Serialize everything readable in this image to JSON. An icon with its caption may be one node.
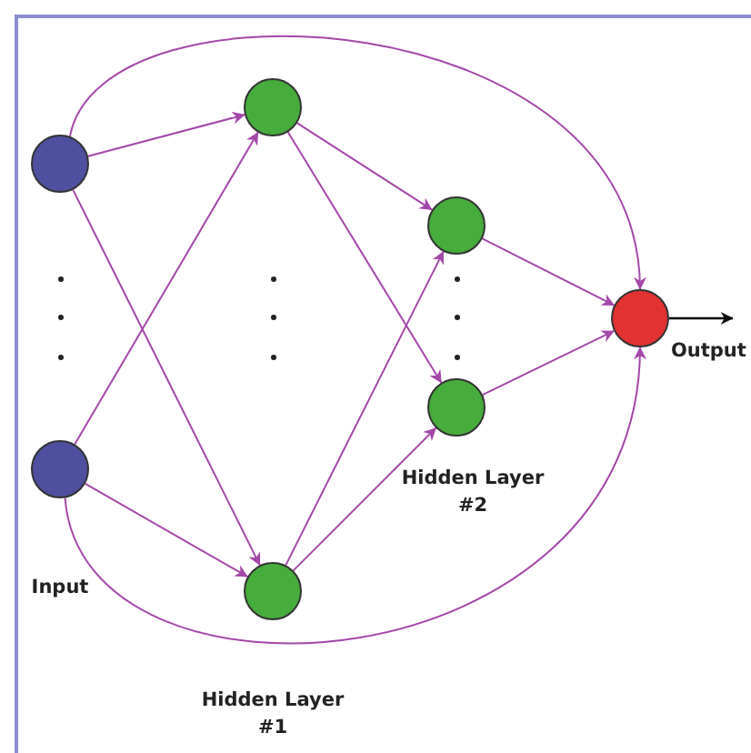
{
  "diagram": {
    "nodes": [
      {
        "text": [],
        "shape": "circle"
      },
      {
        "text": [],
        "shape": "circle"
      },
      {
        "text": [],
        "shape": "circle"
      },
      {
        "text": [],
        "shape": "circle"
      },
      {
        "text": [],
        "shape": "circle"
      },
      {
        "text": [],
        "shape": "circle"
      },
      {
        "text": [],
        "shape": "circle"
      },
      {
        "text": [
          "Output"
        ]
      }
    ],
    "edges": [
      {
        "from": 0,
        "to": 2,
        "arrow": "to"
      },
      {
        "from": 0,
        "to": 3,
        "arrow": "to"
      },
      {
        "from": 1,
        "to": 2,
        "arrow": "to"
      },
      {
        "from": 1,
        "to": 3,
        "arrow": "to"
      },
      {
        "from": 2,
        "to": 4,
        "arrow": "to"
      },
      {
        "from": 2,
        "to": 5,
        "arrow": "to"
      },
      {
        "from": 3,
        "to": 4,
        "arrow": "to"
      },
      {
        "from": 3,
        "to": 5,
        "arrow": "to"
      },
      {
        "from": 4,
        "to": 6,
        "arrow": "to"
      },
      {
        "from": 5,
        "to": 6,
        "arrow": "to"
      },
      {
        "from": 0,
        "to": 6,
        "arrow": "to"
      },
      {
        "from": 1,
        "to": 6,
        "arrow": "to"
      },
      {
        "from": 6,
        "to": 7,
        "arrow": "to",
        "color": "#000000"
      }
    ],
    "labels": [
      "Input",
      "Hidden Layer #2",
      "Hidden Layer #1"
    ]
  }
}
